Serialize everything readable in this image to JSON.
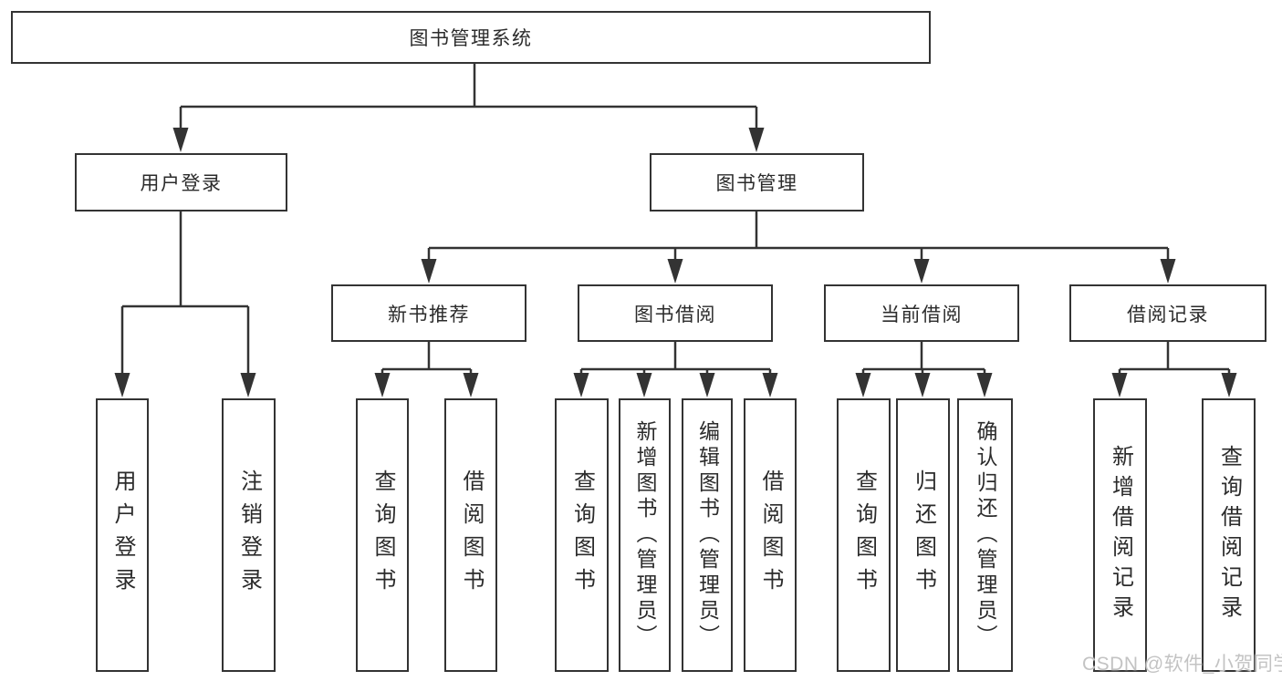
{
  "tree": {
    "label": "图书管理系统",
    "children": [
      {
        "label": "用户登录",
        "children": [
          {
            "label": "用户登录"
          },
          {
            "label": "注销登录"
          }
        ]
      },
      {
        "label": "图书管理",
        "children": [
          {
            "label": "新书推荐",
            "children": [
              {
                "label": "查询图书"
              },
              {
                "label": "借阅图书"
              }
            ]
          },
          {
            "label": "图书借阅",
            "children": [
              {
                "label": "查询图书"
              },
              {
                "label": "新增图书（管理员）"
              },
              {
                "label": "编辑图书（管理员）"
              },
              {
                "label": "借阅图书"
              }
            ]
          },
          {
            "label": "当前借阅",
            "children": [
              {
                "label": "查询图书"
              },
              {
                "label": "归还图书"
              },
              {
                "label": "确认归还（管理员）"
              }
            ]
          },
          {
            "label": "借阅记录",
            "children": [
              {
                "label": "新增借阅记录"
              },
              {
                "label": "查询借阅记录"
              }
            ]
          }
        ]
      }
    ]
  },
  "watermark": "CSDN @软件_小贺同学",
  "colors": {
    "line": "#333333",
    "text": "#2b2b2b",
    "watermark": "#c3c3c3",
    "background": "#ffffff"
  }
}
